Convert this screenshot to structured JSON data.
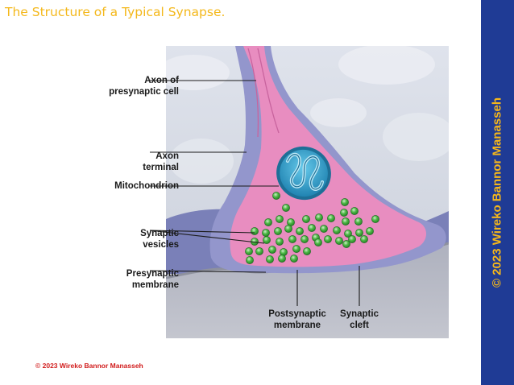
{
  "title": "The Structure of a Typical Synapse.",
  "side_copyright": "© 2023 Wireko Bannor Manasseh",
  "footer_copyright": "© 2023 Wireko Bannor Manasseh",
  "labels": {
    "axon": [
      "Axon of",
      "presynaptic cell"
    ],
    "terminal": [
      "Axon",
      "terminal"
    ],
    "mitochondrion": [
      "Mitochondrion"
    ],
    "vesicles": [
      "Synaptic",
      "vesicles"
    ],
    "presynaptic_membrane": [
      "Presynaptic",
      "membrane"
    ],
    "postsynaptic_membrane": [
      "Postsynaptic",
      "membrane"
    ],
    "cleft": [
      "Synaptic",
      "cleft"
    ]
  },
  "colors": {
    "title": "#f4b81b",
    "band": "#1f3b95",
    "band_text": "#f6b71a",
    "footer": "#d11b1b",
    "terminal_pink": "#e88dc0",
    "outer_membrane": "#8f8fc7",
    "mitochondrion": "#2b9cc9",
    "vesicle": "#3fae3a",
    "postsynaptic_gray": "#b9bcc8"
  }
}
